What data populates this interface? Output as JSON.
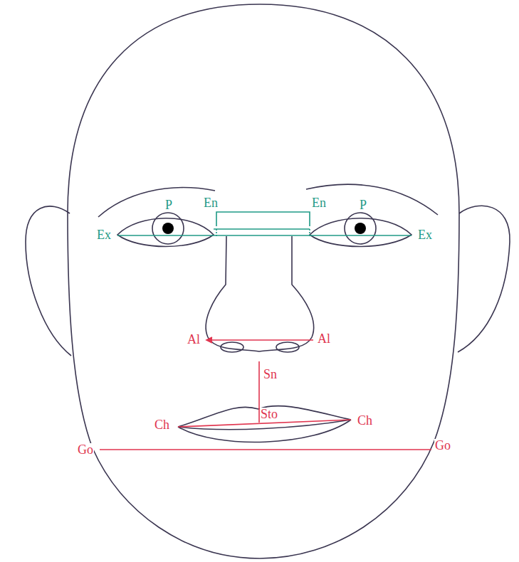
{
  "diagram": {
    "labels": [
      "P",
      "En",
      "En",
      "P",
      "Ex",
      "Ex",
      "Al",
      "Al",
      "Sn",
      "Sto",
      "Ch",
      "Ch",
      "Go",
      "Go"
    ]
  }
}
